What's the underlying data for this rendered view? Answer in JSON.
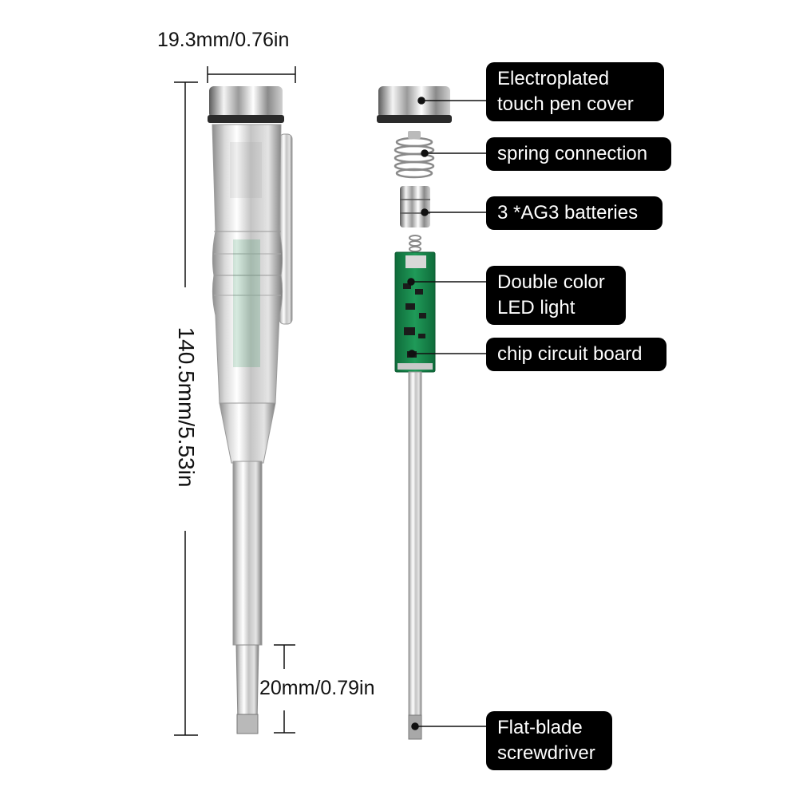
{
  "dimensions": {
    "width_label": "19.3mm/0.76in",
    "length_label": "140.5mm/5.53in",
    "tip_label": "20mm/0.79in"
  },
  "callouts": {
    "cover": [
      "Electroplated",
      "touch pen cover"
    ],
    "spring": "spring connection",
    "batteries": "3 *AG3 batteries",
    "led": [
      "Double color",
      "LED light"
    ],
    "board": "chip circuit board",
    "blade": [
      "Flat-blade",
      "screwdriver"
    ]
  },
  "colors": {
    "metal_light": "#e6e6e6",
    "metal_dark": "#8a8a8a",
    "pcb_green": "#1a8a4e",
    "label_bg": "#000000",
    "label_text": "#ffffff"
  }
}
